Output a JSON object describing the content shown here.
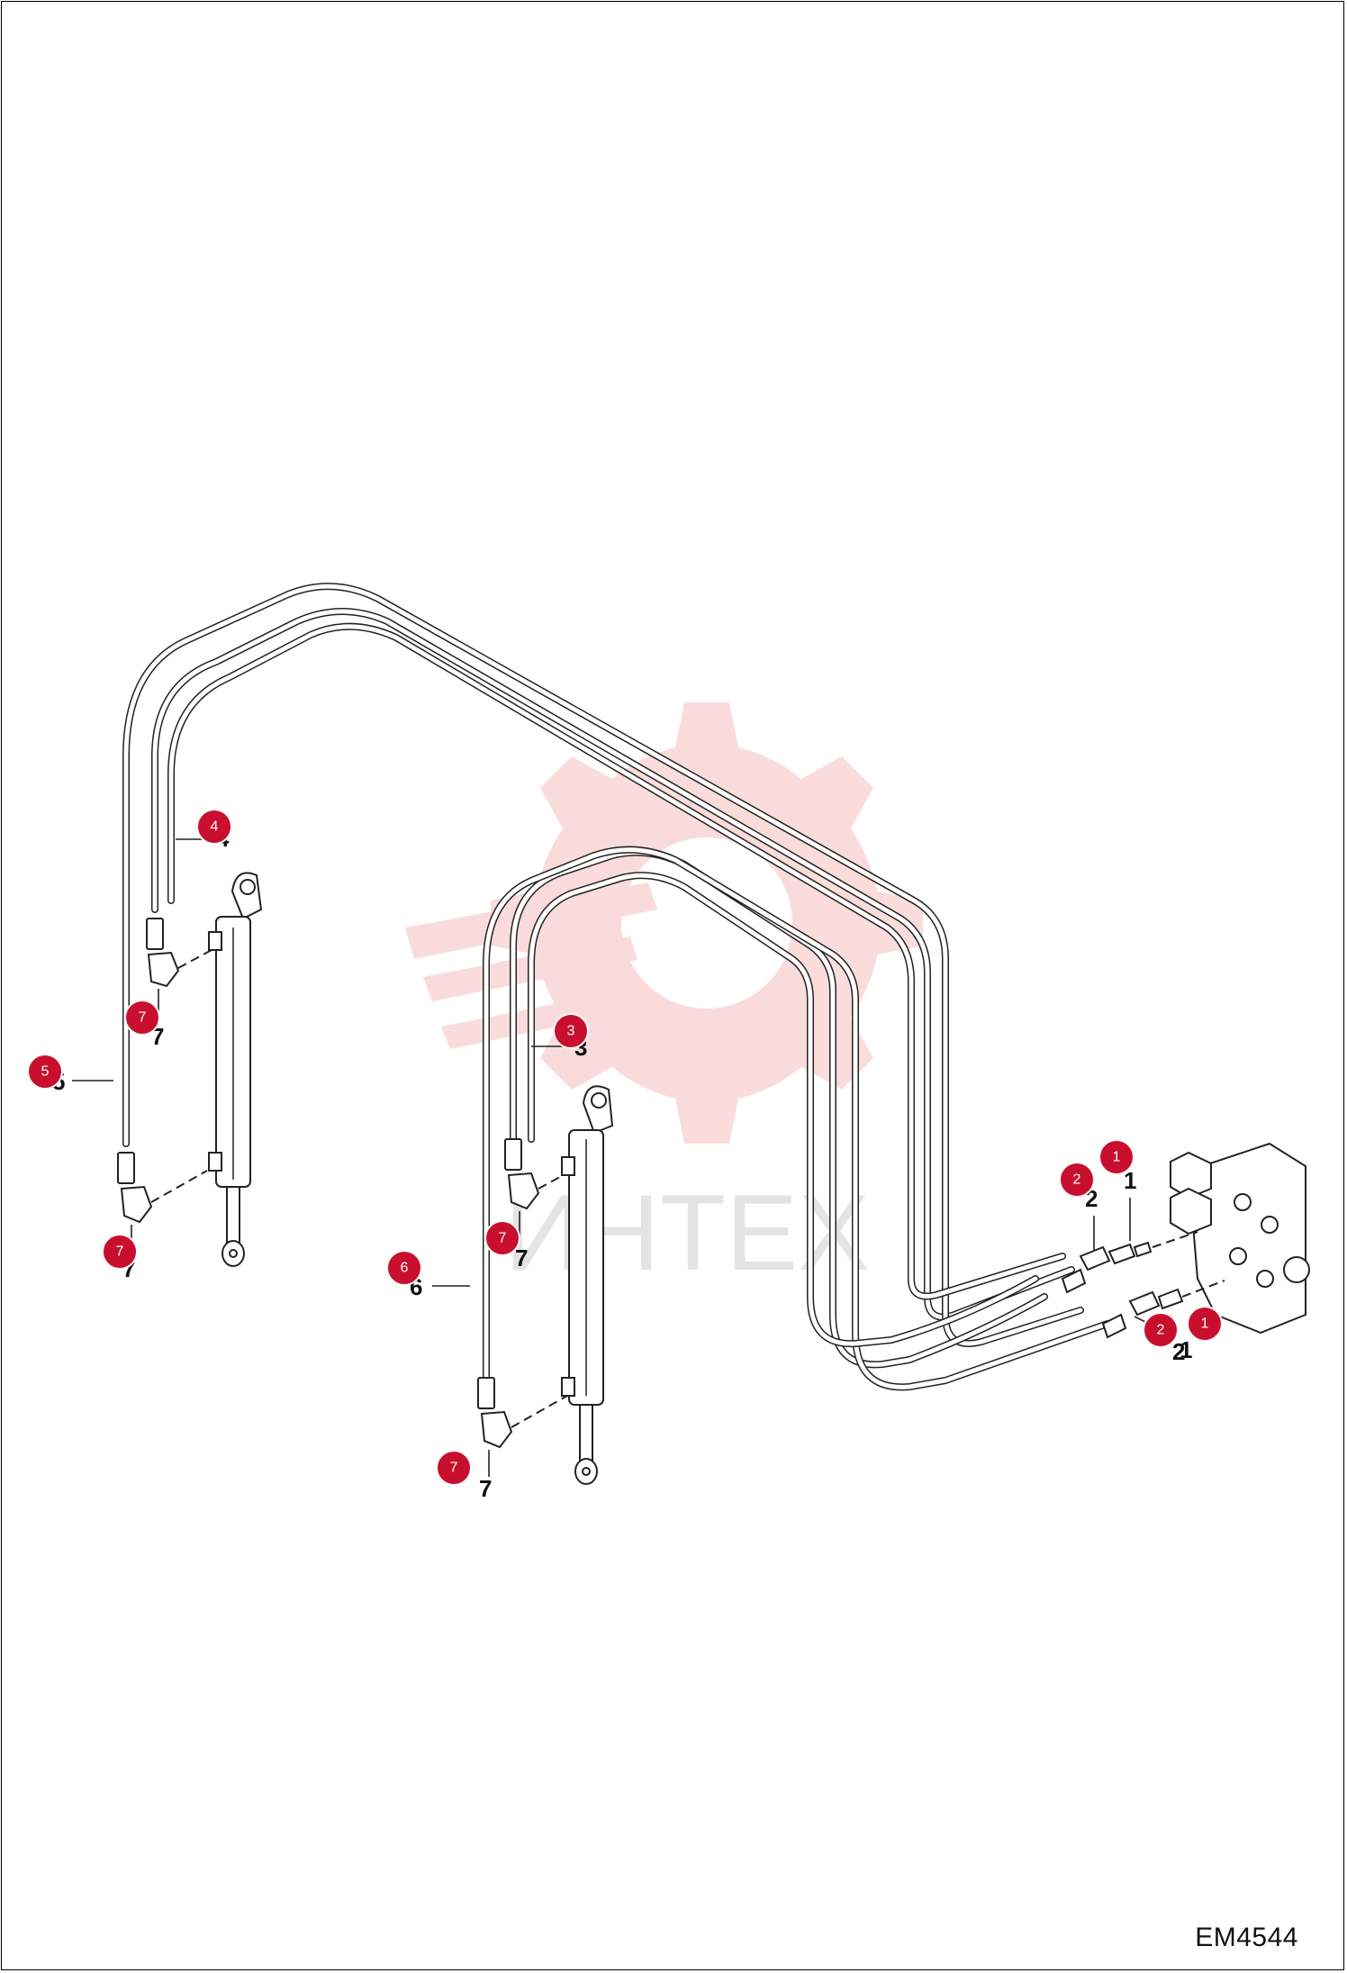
{
  "drawing_code": "EM4544",
  "watermark": {
    "text": "ИНТЕХ",
    "color": "#f4a6a6"
  },
  "callouts": [
    {
      "id": "c1a",
      "number": "1",
      "badge": "1"
    },
    {
      "id": "c1b",
      "number": "1",
      "badge": "1"
    },
    {
      "id": "c2a",
      "number": "2",
      "badge": "2"
    },
    {
      "id": "c2b",
      "number": "2",
      "badge": "2"
    },
    {
      "id": "c3",
      "number": "3",
      "badge": "3"
    },
    {
      "id": "c4",
      "number": "4",
      "badge": "4"
    },
    {
      "id": "c5",
      "number": "5",
      "badge": "5"
    },
    {
      "id": "c6",
      "number": "6",
      "badge": "6"
    },
    {
      "id": "c7a",
      "number": "7",
      "badge": "7"
    },
    {
      "id": "c7b",
      "number": "7",
      "badge": "7"
    },
    {
      "id": "c7c",
      "number": "7",
      "badge": "7"
    },
    {
      "id": "c7d",
      "number": "7",
      "badge": "7"
    }
  ],
  "colors": {
    "badge": "#c8102e",
    "line": "#222222"
  }
}
